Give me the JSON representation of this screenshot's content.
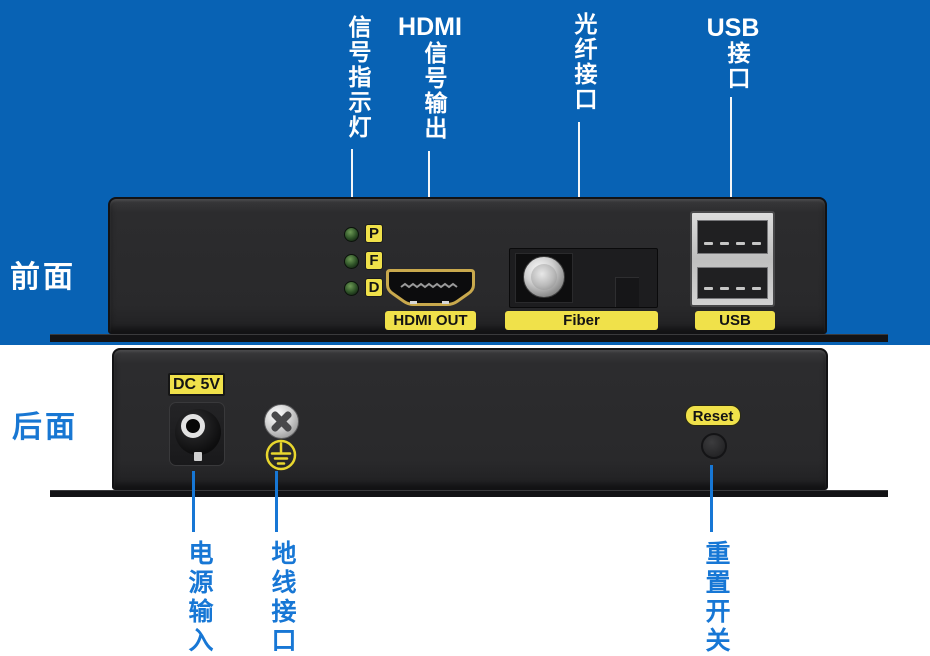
{
  "side_labels": {
    "front": "前面",
    "rear": "后面"
  },
  "top_annotations": {
    "signal_leds": {
      "label": "信号指示灯"
    },
    "hdmi_out": {
      "latin": "HDMI",
      "cjk": "信号输出"
    },
    "fiber": {
      "label": "光纤接口"
    },
    "usb": {
      "latin": "USB",
      "cjk": "接口"
    }
  },
  "front_panel": {
    "leds": [
      {
        "letter": "P"
      },
      {
        "letter": "F"
      },
      {
        "letter": "D"
      }
    ],
    "hdmi_port_label": "HDMI OUT",
    "fiber_port_label": "Fiber",
    "usb_port_label": "USB"
  },
  "rear_panel": {
    "power_label": "DC 5V",
    "reset_label": "Reset"
  },
  "bottom_annotations": {
    "power": {
      "label": "电源输入"
    },
    "ground": {
      "label": "地线接口"
    },
    "reset": {
      "label": "重置开关"
    }
  },
  "colors": {
    "background_blue": "#0862b4",
    "annotation_blue": "#1777d5",
    "label_yellow": "#f0e14a",
    "chassis_dark": "#2c2c2e"
  }
}
